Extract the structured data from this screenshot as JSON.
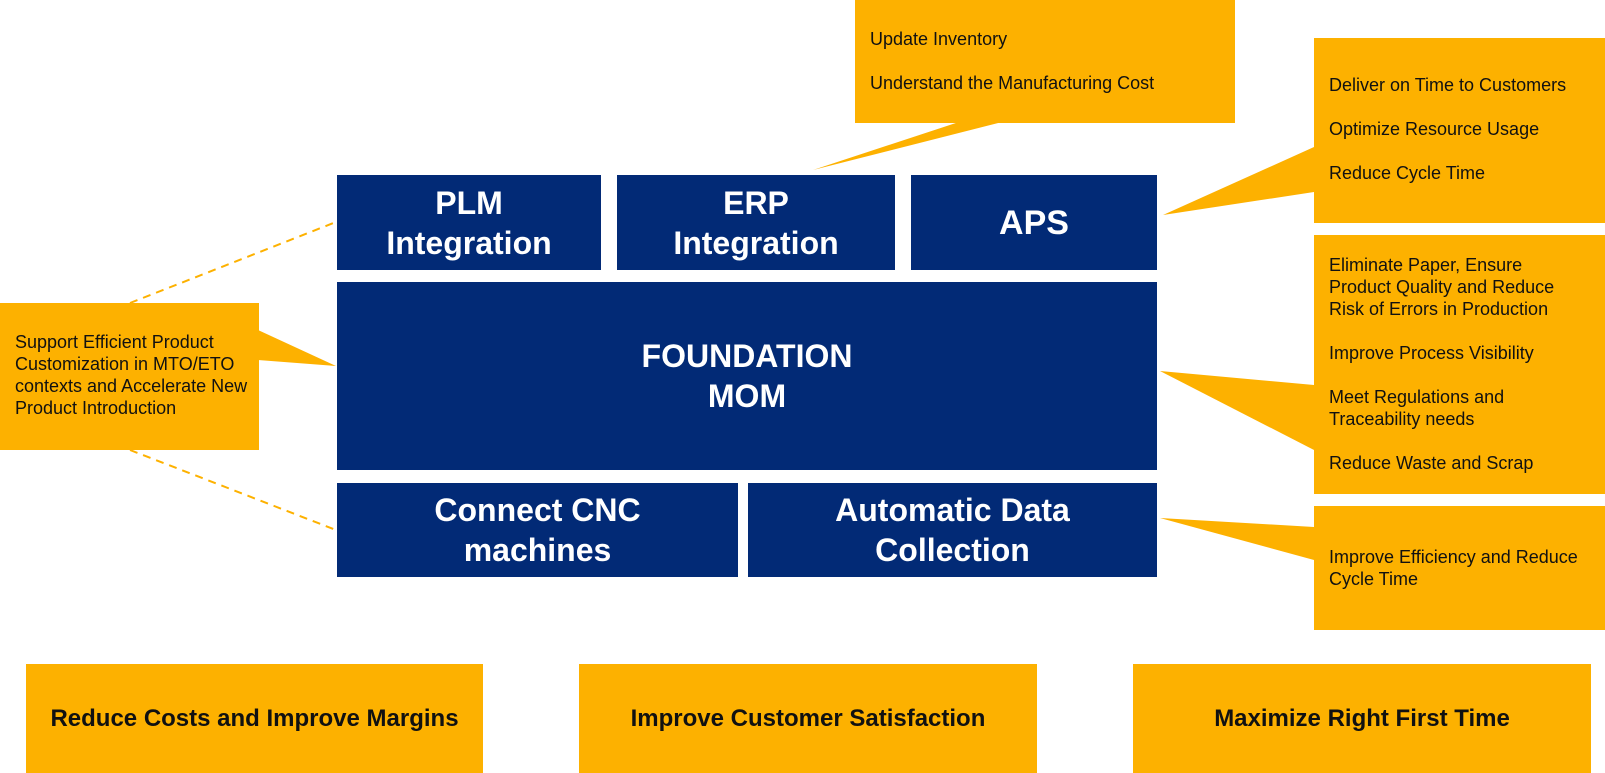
{
  "colors": {
    "block": "#022a76",
    "callout": "#fdb100",
    "text_dark": "#111111",
    "text_light": "#ffffff"
  },
  "blocks": {
    "plm": "PLM\nIntegration",
    "erp": "ERP\nIntegration",
    "aps": "APS",
    "foundation": "FOUNDATION\nMOM",
    "cnc": "Connect CNC\nmachines",
    "adc": "Automatic Data\nCollection"
  },
  "callouts": {
    "erp": [
      "Update Inventory",
      "Understand the Manufacturing Cost"
    ],
    "aps": [
      "Deliver on Time to Customers",
      "Optimize Resource Usage",
      "Reduce Cycle Time"
    ],
    "foundation": [
      "Eliminate Paper, Ensure Product Quality and Reduce Risk of Errors in Production",
      "Improve Process Visibility",
      "Meet Regulations and Traceability needs",
      "Reduce Waste and Scrap"
    ],
    "adc": [
      "Improve Efficiency and Reduce Cycle Time"
    ],
    "left": "Support Efficient Product Customization in MTO/ETO contexts and Accelerate New Product Introduction"
  },
  "goals": [
    "Reduce Costs and Improve Margins",
    "Improve Customer Satisfaction",
    "Maximize Right First Time"
  ]
}
